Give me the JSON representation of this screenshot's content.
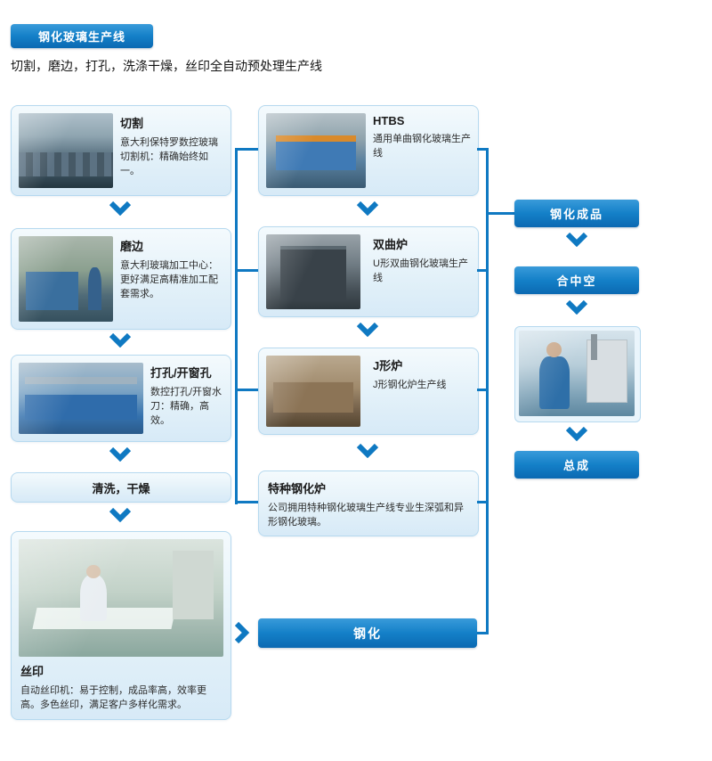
{
  "header": {
    "badge": "钢化玻璃生产线",
    "subtitle": "切割，磨边，打孔，洗涤干燥，丝印全自动预处理生产线"
  },
  "pre": {
    "cutting": {
      "title": "切割",
      "desc": "意大利保特罗数控玻璃切割机：精确始终如一。"
    },
    "edging": {
      "title": "磨边",
      "desc": "意大利玻璃加工中心：更好满足高精准加工配套需求。"
    },
    "drilling": {
      "title": "打孔/开窗孔",
      "desc": "数控打孔/开窗水刀：精确，高效。"
    },
    "washing": {
      "title": "清洗，干燥"
    },
    "silkprint": {
      "title": "丝印",
      "desc": "自动丝印机：易于控制，成品率高，效率更高。多色丝印，满足客户多样化需求。"
    }
  },
  "furnace": {
    "htbs": {
      "title": "HTBS",
      "desc": "通用单曲钢化玻璃生产线"
    },
    "double_curve": {
      "title": "双曲炉",
      "desc": "U形双曲钢化玻璃生产线"
    },
    "j_furnace": {
      "title": "J形炉",
      "desc": "J形钢化炉生产线"
    },
    "special": {
      "title": "特种钢化炉",
      "desc": "公司拥用特种钢化玻璃生产线专业生深弧和异形钢化玻璃。"
    },
    "tempering": "钢化"
  },
  "out": {
    "finished": "钢化成品",
    "insulating": "合中空",
    "assembly": "总成"
  },
  "colors": {
    "accent_blue": "#0f79c2",
    "button_gradient_top": "#399bda",
    "button_gradient_bottom": "#0b69b2",
    "card_background": "#e3f1f9",
    "card_border": "#b6d9ef"
  }
}
